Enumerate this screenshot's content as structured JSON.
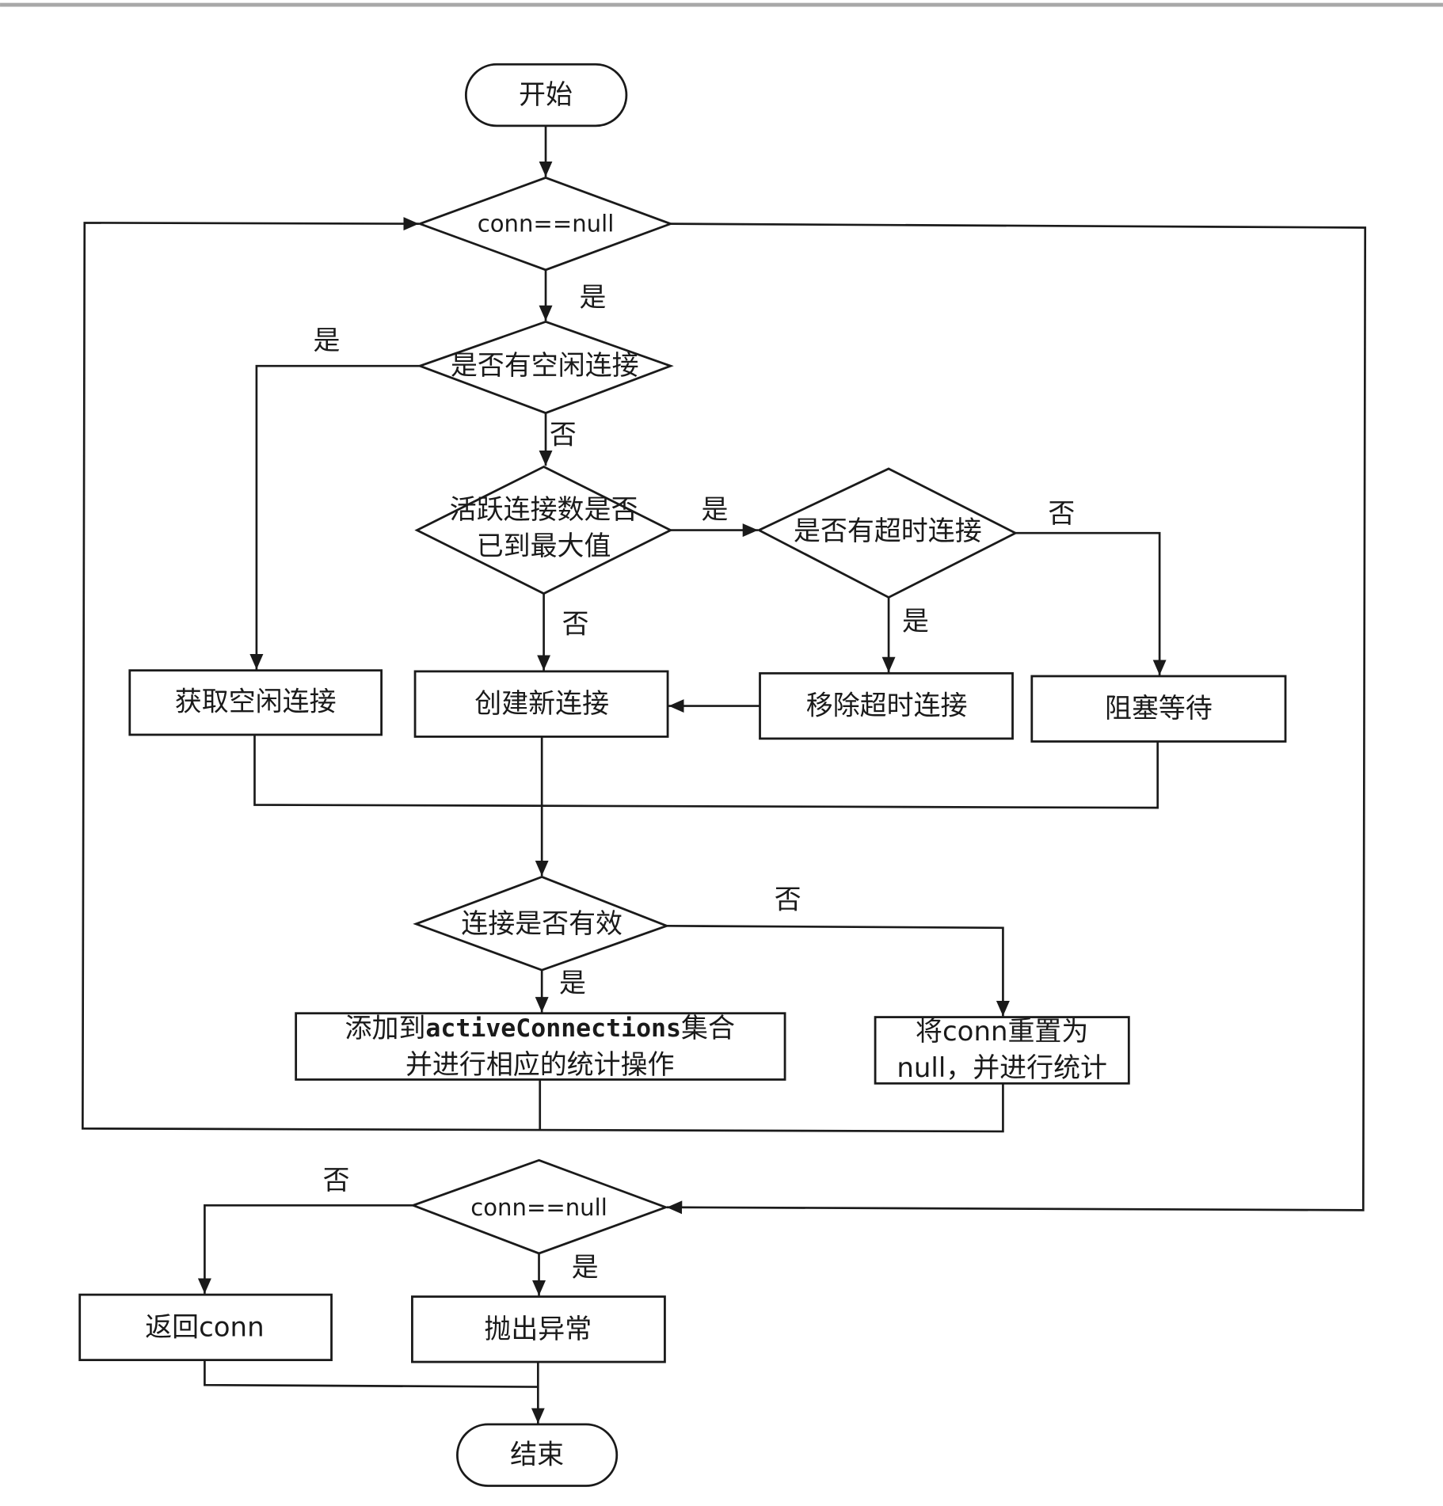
{
  "colors": {
    "stroke": "#1a1a1a",
    "text": "#1a1a1a",
    "fill": "#ffffff",
    "page": "#ffffff"
  },
  "nodes": {
    "start": "开始",
    "check_conn_null": "conn==null",
    "check_idle": "是否有空闲连接",
    "check_max_active": [
      "活跃连接数是否",
      "已到最大值"
    ],
    "check_timeout": "是否有超时连接",
    "get_idle": "获取空闲连接",
    "create_new": "创建新连接",
    "remove_timeout": "移除超时连接",
    "block_wait": "阻塞等待",
    "check_valid": "连接是否有效",
    "add_active": {
      "prefix": "添加到",
      "code": "activeConnections",
      "suffix": "集合",
      "line2": "并进行相应的统计操作"
    },
    "reset_conn": [
      "将conn重置为",
      "null，并进行统计"
    ],
    "check_conn_null_final": "conn==null",
    "return_conn": "返回conn",
    "throw_exception": "抛出异常",
    "end": "结束"
  },
  "edge_labels": {
    "conn_null_yes": "是",
    "idle_yes": "是",
    "idle_no": "否",
    "max_yes": "是",
    "max_no": "否",
    "timeout_yes": "是",
    "timeout_no": "否",
    "valid_yes": "是",
    "valid_no": "否",
    "final_no": "否",
    "final_yes": "是"
  }
}
